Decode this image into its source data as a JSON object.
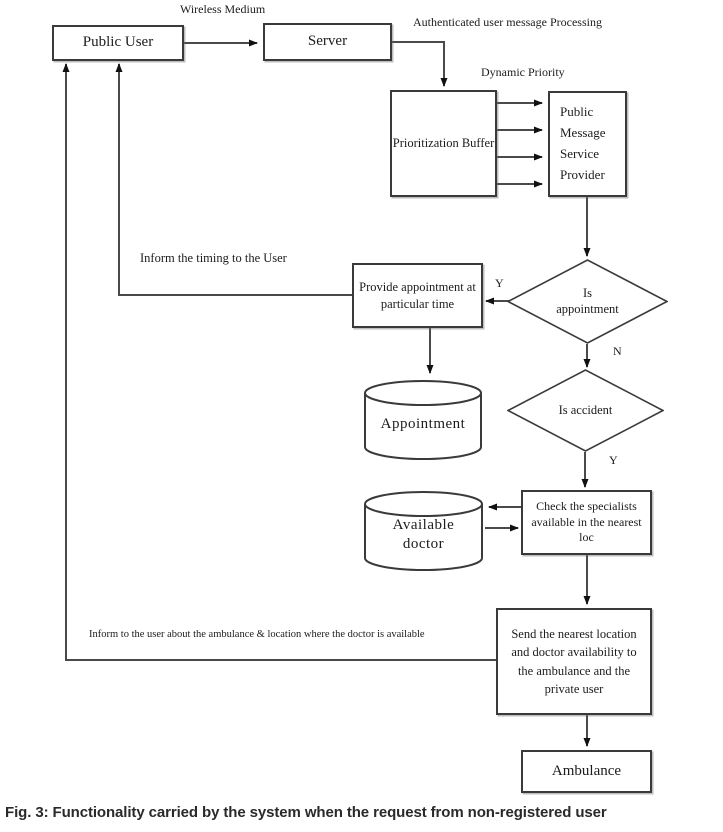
{
  "diagram": {
    "nodes": {
      "public_user": "Public User",
      "server": "Server",
      "prioritization_buffer": "Prioritization Buffer",
      "public_message_service_provider": "Public Message Service Provider",
      "provide_appointment": "Provide appointment at particular time",
      "is_appointment": "Is appointment",
      "appointment_store": "Appointment",
      "is_accident": "Is accident",
      "available_doctor_store": "Available doctor",
      "check_specialists": "Check the specialists available in the nearest loc",
      "send_nearest_location": "Send the nearest location and doctor availability to the ambulance and the private user",
      "ambulance": "Ambulance"
    },
    "labels": {
      "wireless_medium": "Wireless Medium",
      "authenticated_processing": "Authenticated user message Processing",
      "dynamic_priority": "Dynamic Priority",
      "inform_timing": "Inform the timing to the User",
      "inform_ambulance": "Inform to the user about the ambulance & location where the doctor is available",
      "branch_appointment_yes": "Y",
      "branch_appointment_no": "N",
      "branch_accident_yes": "Y"
    },
    "caption": "Fig. 3: Functionality carried by the system when the request from non-registered user",
    "colors": {
      "line": "#4a4a4a",
      "border": "#3a3a3a",
      "arrowhead": "#111111",
      "background": "#ffffff",
      "text": "#1c1c1c"
    }
  }
}
